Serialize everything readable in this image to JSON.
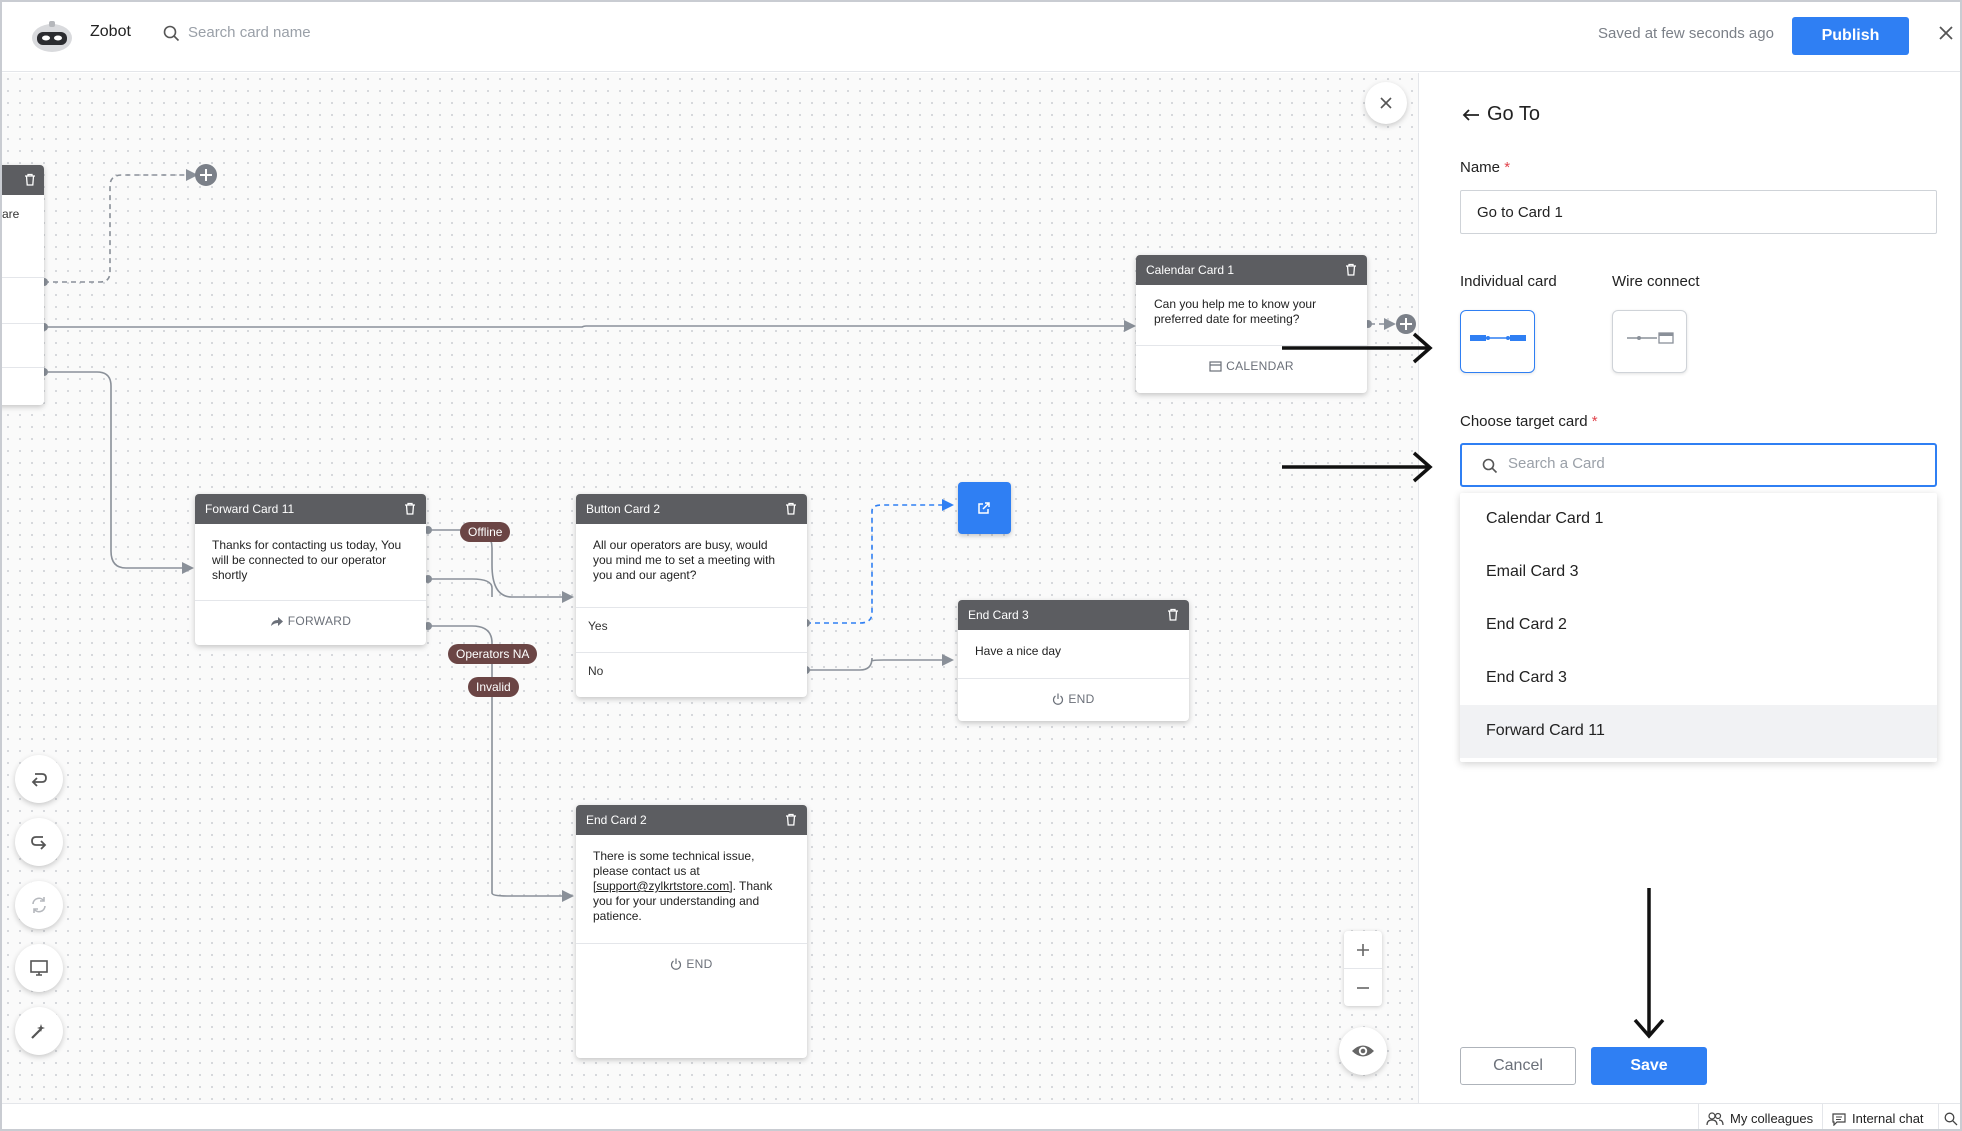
{
  "topbar": {
    "app_name": "Zobot",
    "search_placeholder": "Search card name",
    "saved_status": "Saved at few seconds ago",
    "publish_label": "Publish"
  },
  "canvas": {
    "partial_card_text": "are",
    "calendar_card": {
      "title": "Calendar Card 1",
      "message": "Can you help me to know your preferred date for meeting?",
      "footer": "CALENDAR"
    },
    "forward_card": {
      "title": "Forward Card 11",
      "message": "Thanks for contacting us today, You will be connected to our operator shortly",
      "footer": "FORWARD"
    },
    "button_card": {
      "title": "Button Card 2",
      "message": "All our operators are busy, would you mind me to set a meeting with you and our agent?",
      "options": [
        "Yes",
        "No"
      ]
    },
    "end_card_3": {
      "title": "End Card 3",
      "message": "Have a nice day",
      "footer": "END"
    },
    "end_card_2": {
      "title": "End Card 2",
      "message_before": "There is some technical issue, please contact us at ",
      "message_link": "[support@zylkrtstore.com]",
      "message_after": ". Thank you for your understanding and patience.",
      "footer": "END"
    },
    "tags": {
      "offline": "Offline",
      "operators_na": "Operators NA",
      "invalid": "Invalid"
    }
  },
  "panel": {
    "title": "Go To",
    "name_label": "Name",
    "name_value": "Go to Card 1",
    "required_mark": "*",
    "individual_card_label": "Individual card",
    "wire_connect_label": "Wire connect",
    "selected_type": "individual-card",
    "choose_target_label": "Choose target card",
    "target_search_placeholder": "Search a Card",
    "target_options": [
      "Calendar Card 1",
      "Email Card 3",
      "End Card 2",
      "End Card 3",
      "Forward Card 11"
    ],
    "highlighted_option": "Forward Card 11",
    "cancel_label": "Cancel",
    "save_label": "Save"
  },
  "bottombar": {
    "colleagues_label": "My colleagues",
    "chat_label": "Internal chat"
  },
  "colors": {
    "accent": "#2f7ff3",
    "card_header": "#5c5d61",
    "tag": "#6b4545",
    "wire": "#8a9099"
  },
  "icons": [
    "search-icon",
    "close-icon",
    "trash-icon",
    "calendar-icon",
    "forward-icon",
    "power-icon",
    "external-link-icon",
    "undo-icon",
    "redo-icon",
    "refresh-icon",
    "monitor-icon",
    "wand-icon",
    "plus-icon",
    "minus-icon",
    "eye-icon",
    "back-arrow-icon",
    "colleagues-icon",
    "chat-icon"
  ]
}
